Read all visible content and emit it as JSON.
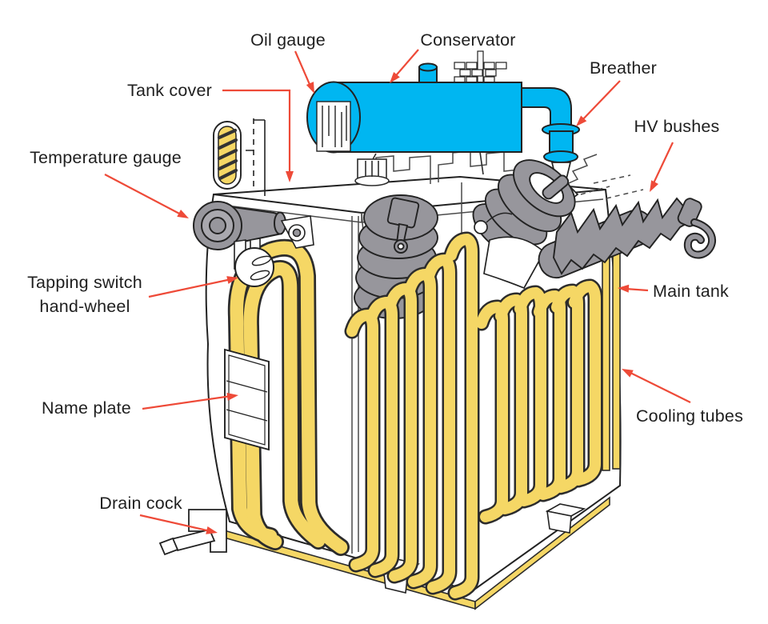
{
  "diagram": {
    "subject": "Oil-cooled distribution transformer with labeled external parts",
    "labels": {
      "oil_gauge": "Oil gauge",
      "conservator": "Conservator",
      "breather": "Breather",
      "tank_cover": "Tank cover",
      "hv_bushes": "HV bushes",
      "temperature_gauge": "Temperature gauge",
      "tapping_switch_line1": "Tapping switch",
      "tapping_switch_line2": "hand-wheel",
      "main_tank": "Main tank",
      "name_plate": "Name plate",
      "cooling_tubes": "Cooling tubes",
      "drain_cock": "Drain cock"
    },
    "colors": {
      "conservator_blue": "#00b6f1",
      "cooling_tube_yellow": "#f5d765",
      "metal_gray": "#97969c",
      "metal_gray_light": "#a9a8ae",
      "leader_arrow_red": "#ee4a38",
      "outline_black": "#222222",
      "label_text": "#1f1f1f",
      "background": "#ffffff"
    }
  }
}
